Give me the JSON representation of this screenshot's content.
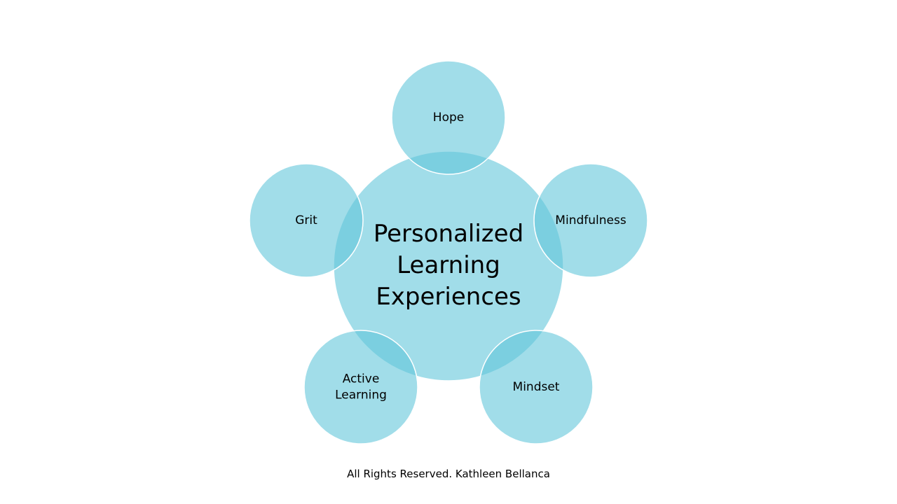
{
  "colors": {
    "circle_fill": "#62C6DA",
    "background": "#FFFFFF",
    "text": "#000000"
  },
  "diagram": {
    "center": {
      "lines": [
        "Personalized",
        "Learning",
        "Experiences"
      ]
    },
    "satellites": [
      {
        "id": "hope",
        "lines": [
          "Hope"
        ]
      },
      {
        "id": "mindfulness",
        "lines": [
          "Mindfulness"
        ]
      },
      {
        "id": "mindset",
        "lines": [
          "Mindset"
        ]
      },
      {
        "id": "active-learning",
        "lines": [
          "Active",
          "Learning"
        ]
      },
      {
        "id": "grit",
        "lines": [
          "Grit"
        ]
      }
    ]
  },
  "footer": {
    "text": "All Rights Reserved.  Kathleen Bellanca"
  }
}
